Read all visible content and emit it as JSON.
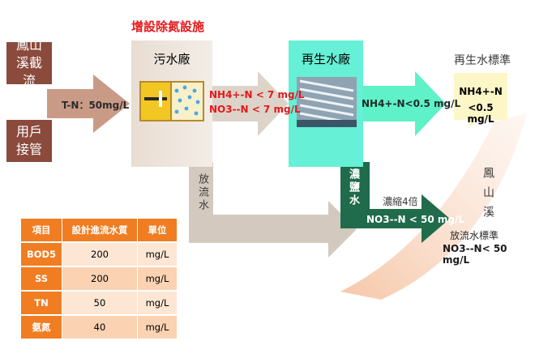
{
  "title": "增設除氮設施",
  "sources": [
    "鳳山溪截流",
    "用戶接管"
  ],
  "input_label": "T-N：50mg/L",
  "sewage_plant": {
    "title": "污水廠",
    "effluent_nh4": "NH4+-N < 7 mg/L",
    "effluent_no3": "NO3--N < 7 mg/L",
    "discharge_label": "放流水"
  },
  "reclaim_plant": {
    "title": "再生水廠",
    "effluent": "NH4+-N<0.5 mg/L",
    "brine_label": "濃鹽水"
  },
  "reclaim_standard": {
    "title": "再生水標準",
    "value_line1": "NH4+-N",
    "value_line2": "<0.5 mg/L"
  },
  "concentrate": {
    "label1": "濃縮4倍",
    "label2": "NO3--N < 50 mg/L"
  },
  "river": {
    "name": "鳳山溪",
    "standard_title": "放流水標準",
    "standard_value": "NO3--N< 50 mg/L"
  },
  "table": {
    "headers": [
      "項目",
      "設計進流水質",
      "單位"
    ],
    "rows": [
      {
        "item": "BOD5",
        "value": "200",
        "unit": "mg/L"
      },
      {
        "item": "SS",
        "value": "200",
        "unit": "mg/L"
      },
      {
        "item": "TN",
        "value": "50",
        "unit": "mg/L"
      },
      {
        "item": "氨氮",
        "value": "40",
        "unit": "mg/L"
      }
    ]
  },
  "colors": {
    "source_box": "#8a4a3c",
    "brown_arrow": "#c99b86",
    "plant_box": "#ece4dc",
    "grey_arrow": "#d4c9be",
    "reclaim_box": "#66f0d6",
    "teal_arrow": "#5ff1c8",
    "dark_green_arrow": "#1f6b4c",
    "title_red": "#e3191b",
    "standard_yellow": "#fdf7c8",
    "river_peach": "#f7c7a9",
    "table_orange": "#f07d22"
  }
}
